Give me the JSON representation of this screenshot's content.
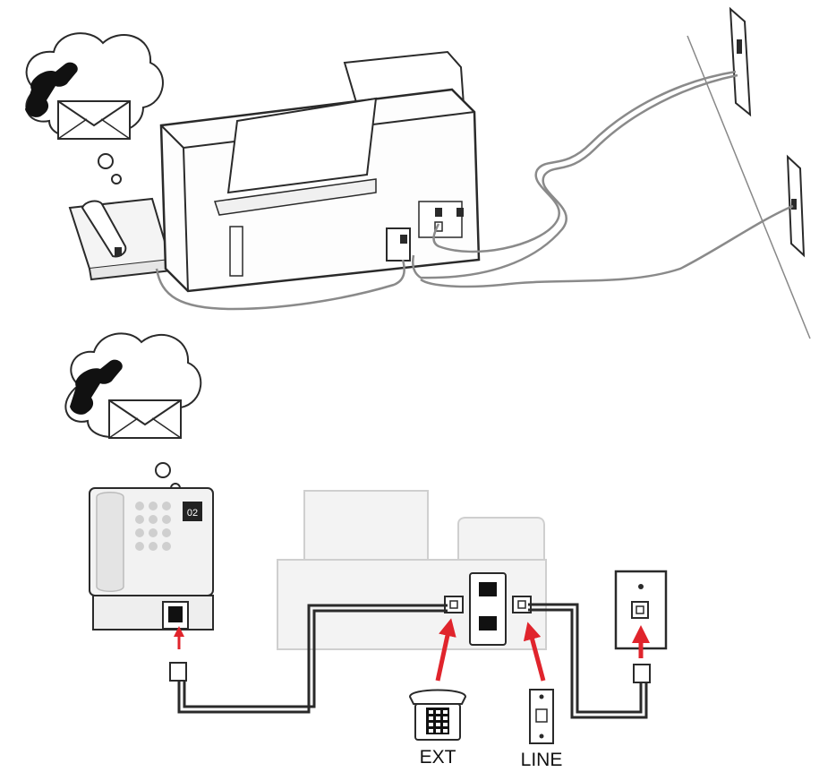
{
  "labels": {
    "ext": "EXT",
    "line": "LINE",
    "fax_display": "02"
  },
  "colors": {
    "ink": "#2a2a2a",
    "cable": "#8a8a8a",
    "arrow": "#e0242c",
    "body_gray": "#ececec"
  },
  "icons": [
    "phone-handset-icon",
    "envelope-icon",
    "wall-jack-icon",
    "telephone-icon",
    "red-arrow-icon"
  ]
}
